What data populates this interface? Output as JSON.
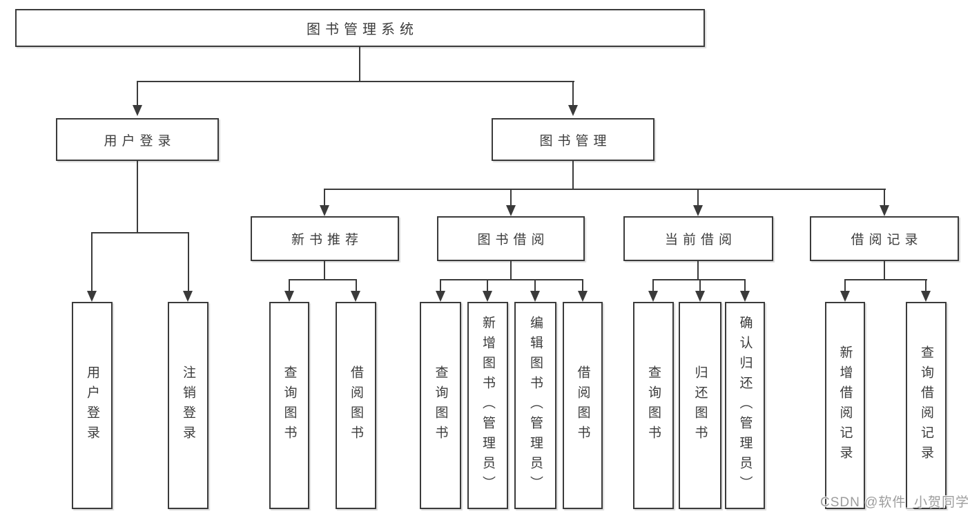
{
  "root": {
    "label": "图书管理系统"
  },
  "login": {
    "label": "用户登录",
    "children": [
      {
        "label": "用户登录"
      },
      {
        "label": "注销登录"
      }
    ]
  },
  "management": {
    "label": "图书管理",
    "groups": [
      {
        "label": "新书推荐",
        "children": [
          {
            "label": "查询图书"
          },
          {
            "label": "借阅图书"
          }
        ]
      },
      {
        "label": "图书借阅",
        "children": [
          {
            "label": "查询图书"
          },
          {
            "label": "新增图书（管理员）"
          },
          {
            "label": "编辑图书（管理员）"
          },
          {
            "label": "借阅图书"
          }
        ]
      },
      {
        "label": "当前借阅",
        "children": [
          {
            "label": "查询图书"
          },
          {
            "label": "归还图书"
          },
          {
            "label": "确认归还（管理员）"
          }
        ]
      },
      {
        "label": "借阅记录",
        "children": [
          {
            "label": "新增借阅记录"
          },
          {
            "label": "查询借阅记录"
          }
        ]
      }
    ]
  },
  "watermark": "CSDN @软件_小贺同学",
  "colors": {
    "stroke": "#3a3a3a",
    "text": "#3c3c3c",
    "watermark": "#9d9d9d",
    "background": "#ffffff"
  }
}
